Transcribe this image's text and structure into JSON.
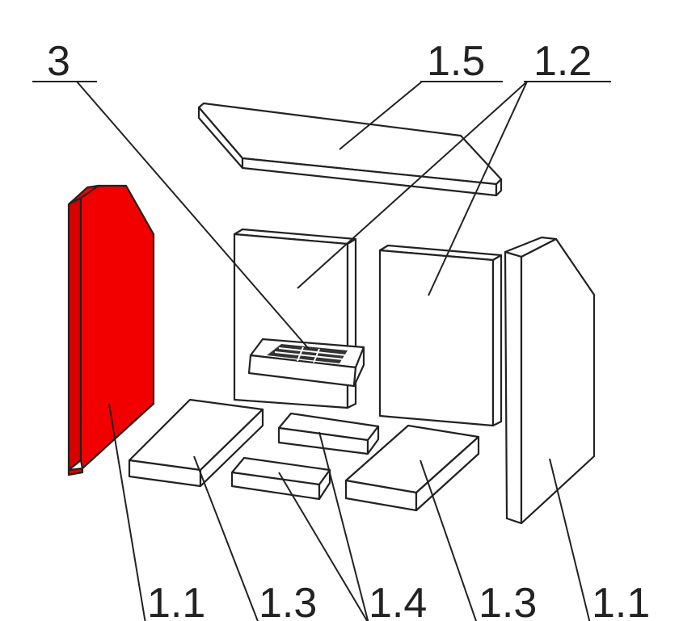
{
  "diagram": {
    "type": "exploded-parts-view",
    "highlight_color": "#f20000",
    "labels": {
      "part_3": "3",
      "part_1_5": "1.5",
      "part_1_2": "1.2",
      "part_1_1_left": "1.1",
      "part_1_3_left": "1.3",
      "part_1_4": "1.4",
      "part_1_3_right": "1.3",
      "part_1_1_right": "1.1"
    }
  }
}
